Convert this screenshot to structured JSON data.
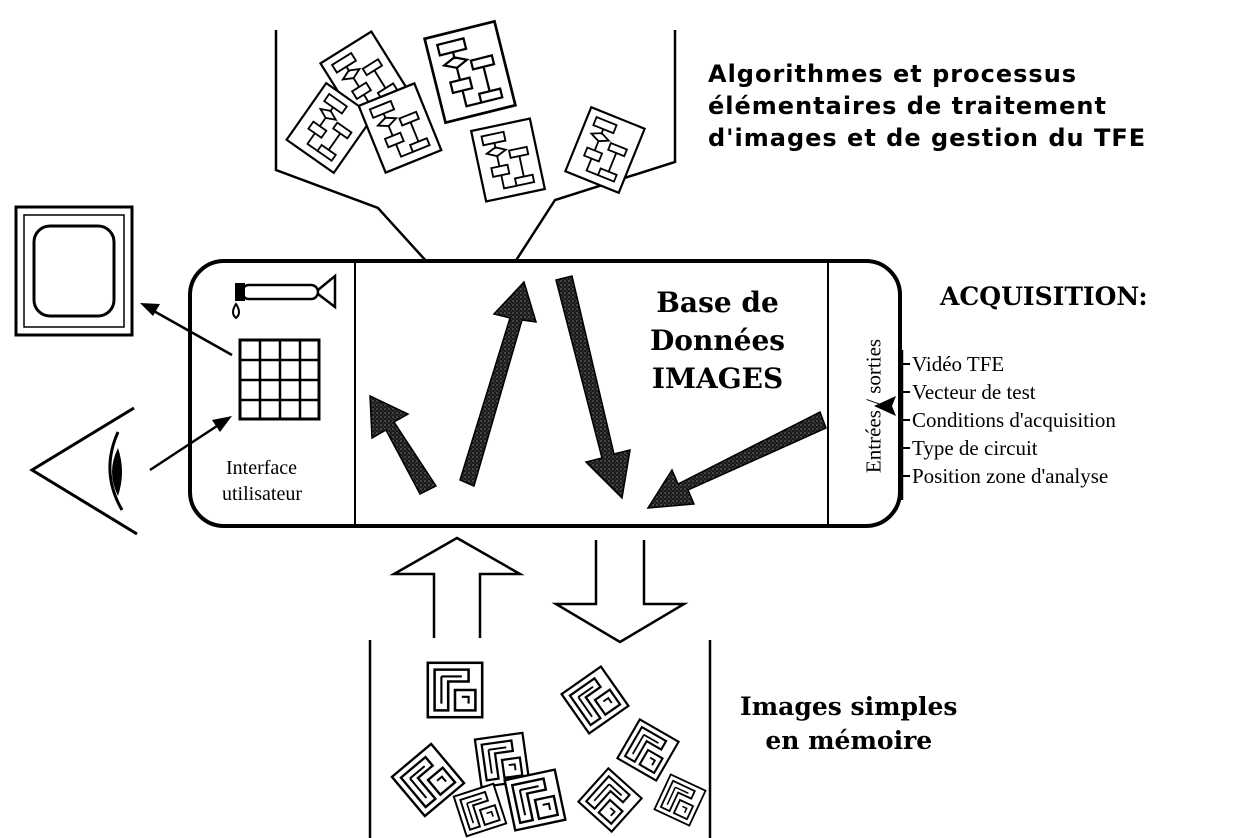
{
  "algorithms": {
    "line1": "Algorithmes   et   processus",
    "line2": "élémentaires  de  traitement",
    "line3": "d'images et de gestion du TFE"
  },
  "database": {
    "line1": "Base de",
    "line2": "Données",
    "line3": "IMAGES"
  },
  "io_label": "Entrées / sorties",
  "acquisition": {
    "title": "ACQUISITION:",
    "items": [
      "Vidéo TFE",
      "Vecteur de test",
      "Conditions d'acquisition",
      "Type de circuit",
      "Position zone d'analyse"
    ]
  },
  "user_interface": {
    "line1": "Interface",
    "line2": "utilisateur"
  },
  "simple_images": {
    "line1": "Images simples",
    "line2": "en mémoire"
  },
  "icons": [
    "monitor-icon",
    "eye-icon",
    "keypad-icon",
    "tube-icon",
    "flowchart-sheet-icon",
    "layout-image-icon"
  ],
  "colors": {
    "ink": "#000000",
    "paper": "#ffffff",
    "shade": "#333333"
  }
}
